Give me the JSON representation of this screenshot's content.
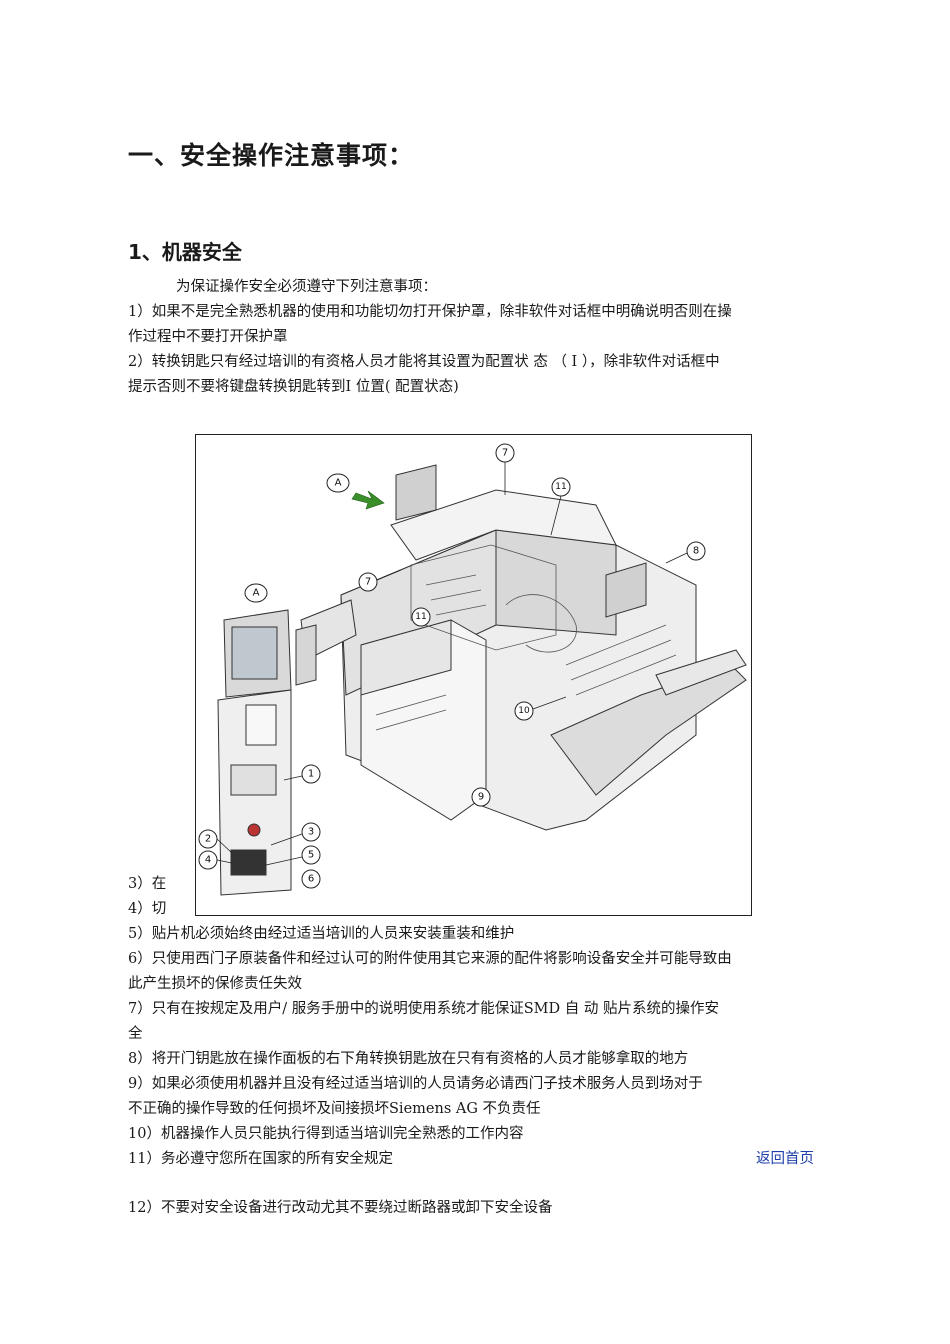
{
  "heading": "一、安全操作注意事项：",
  "subheading": "1、机器安全",
  "intro": "为保证操作安全必须遵守下列注意事项：",
  "lines": [
    "1）如果不是完全熟悉机器的使用和功能切勿打开保护罩，除非软件对话框中明确说明否则在操",
    "作过程中不要打开保护罩",
    "2）转换钥匙只有经过培训的有资格人员才能将其设置为配置状 态 （ Ⅰ ），除非软件对话框中",
    "提示否则不要将键盘转换钥匙转到Ⅰ 位置( 配置状态)"
  ],
  "lines_partial": [
    "3）在",
    "4）切"
  ],
  "lines_after": [
    "5）贴片机必须始终由经过适当培训的人员来安装重装和维护",
    "6）只使用西门子原装备件和经过认可的附件使用其它来源的配件将影响设备安全并可能导致由",
    "此产生损坏的保修责任失效",
    "7）只有在按规定及用户/ 服务手册中的说明使用系统才能保证SMD 自 动 贴片系统的操作安",
    "全",
    "8）将开门钥匙放在操作面板的右下角转换钥匙放在只有有资格的人员才能够拿取的地方",
    "9）如果必须使用机器并且没有经过适当培训的人员请务必请西门子技术服务人员到场对于",
    "不正确的操作导致的任何损坏及间接损坏Siemens AG 不负责任",
    "10）机器操作人员只能执行得到适当培训完全熟悉的工作内容",
    "11）务必遵守您所在国家的所有安全规定"
  ],
  "back_link": "返回首页",
  "last_line": "12）不要对安全设备进行改动尤其不要绕过断路器或卸下安全设备",
  "figure": {
    "callouts": [
      "A",
      "7",
      "11",
      "8",
      "7",
      "11",
      "10",
      "9",
      "A",
      "1",
      "2",
      "3",
      "4",
      "5",
      "6"
    ]
  }
}
